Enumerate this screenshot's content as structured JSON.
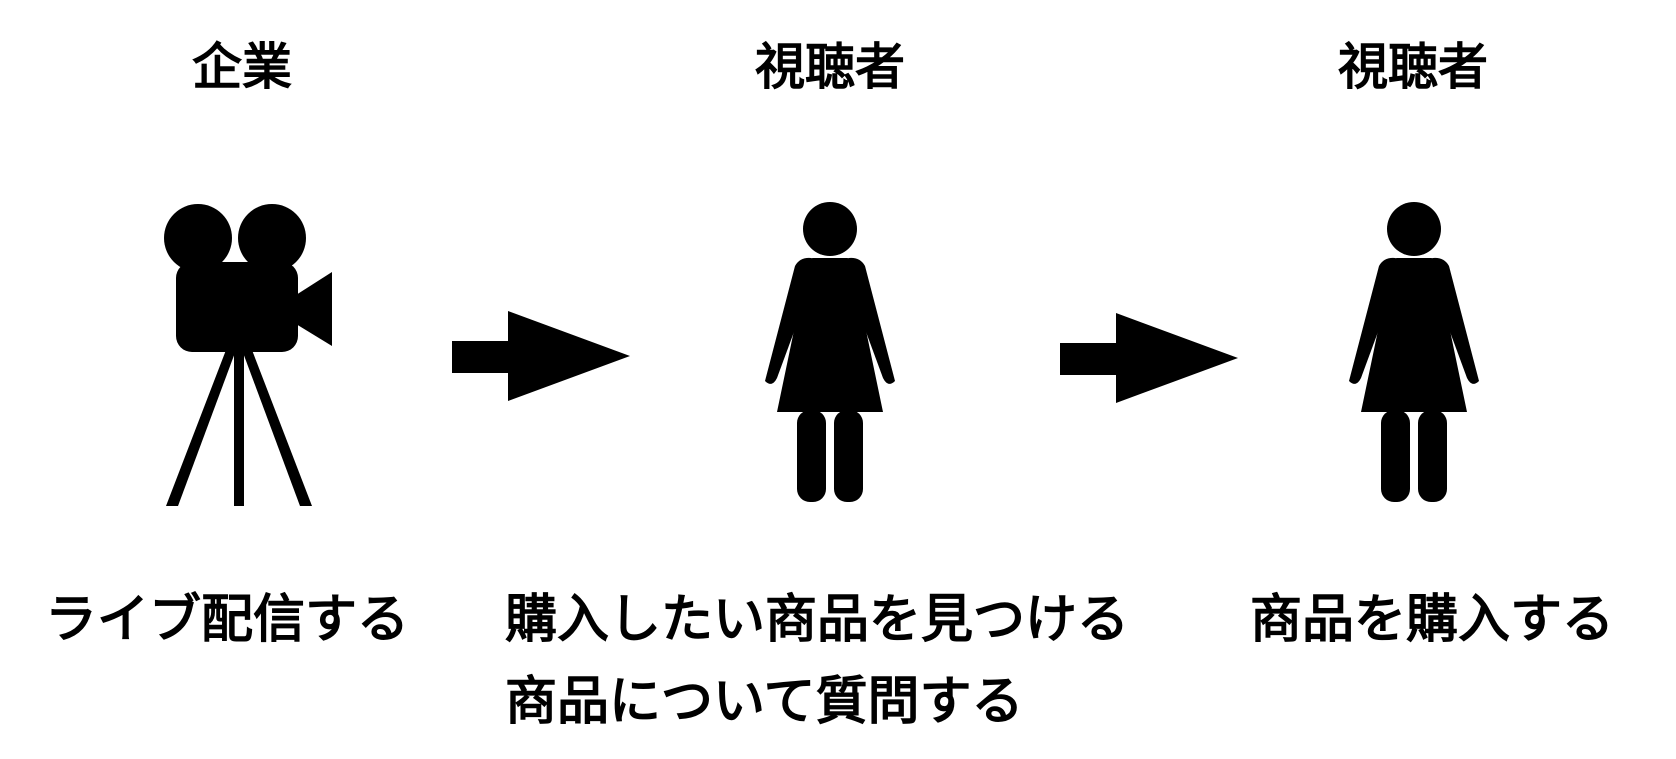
{
  "columns": [
    {
      "heading": "企業",
      "icon": "video-camera-icon",
      "captions": [
        "ライブ配信する"
      ]
    },
    {
      "heading": "視聴者",
      "icon": "woman-figure-icon",
      "captions": [
        "購入したい商品を見つける",
        "商品について質問する"
      ]
    },
    {
      "heading": "視聴者",
      "icon": "woman-figure-icon",
      "captions": [
        "商品を購入する"
      ]
    }
  ],
  "connectors": [
    "arrow-right-icon",
    "arrow-right-icon"
  ]
}
